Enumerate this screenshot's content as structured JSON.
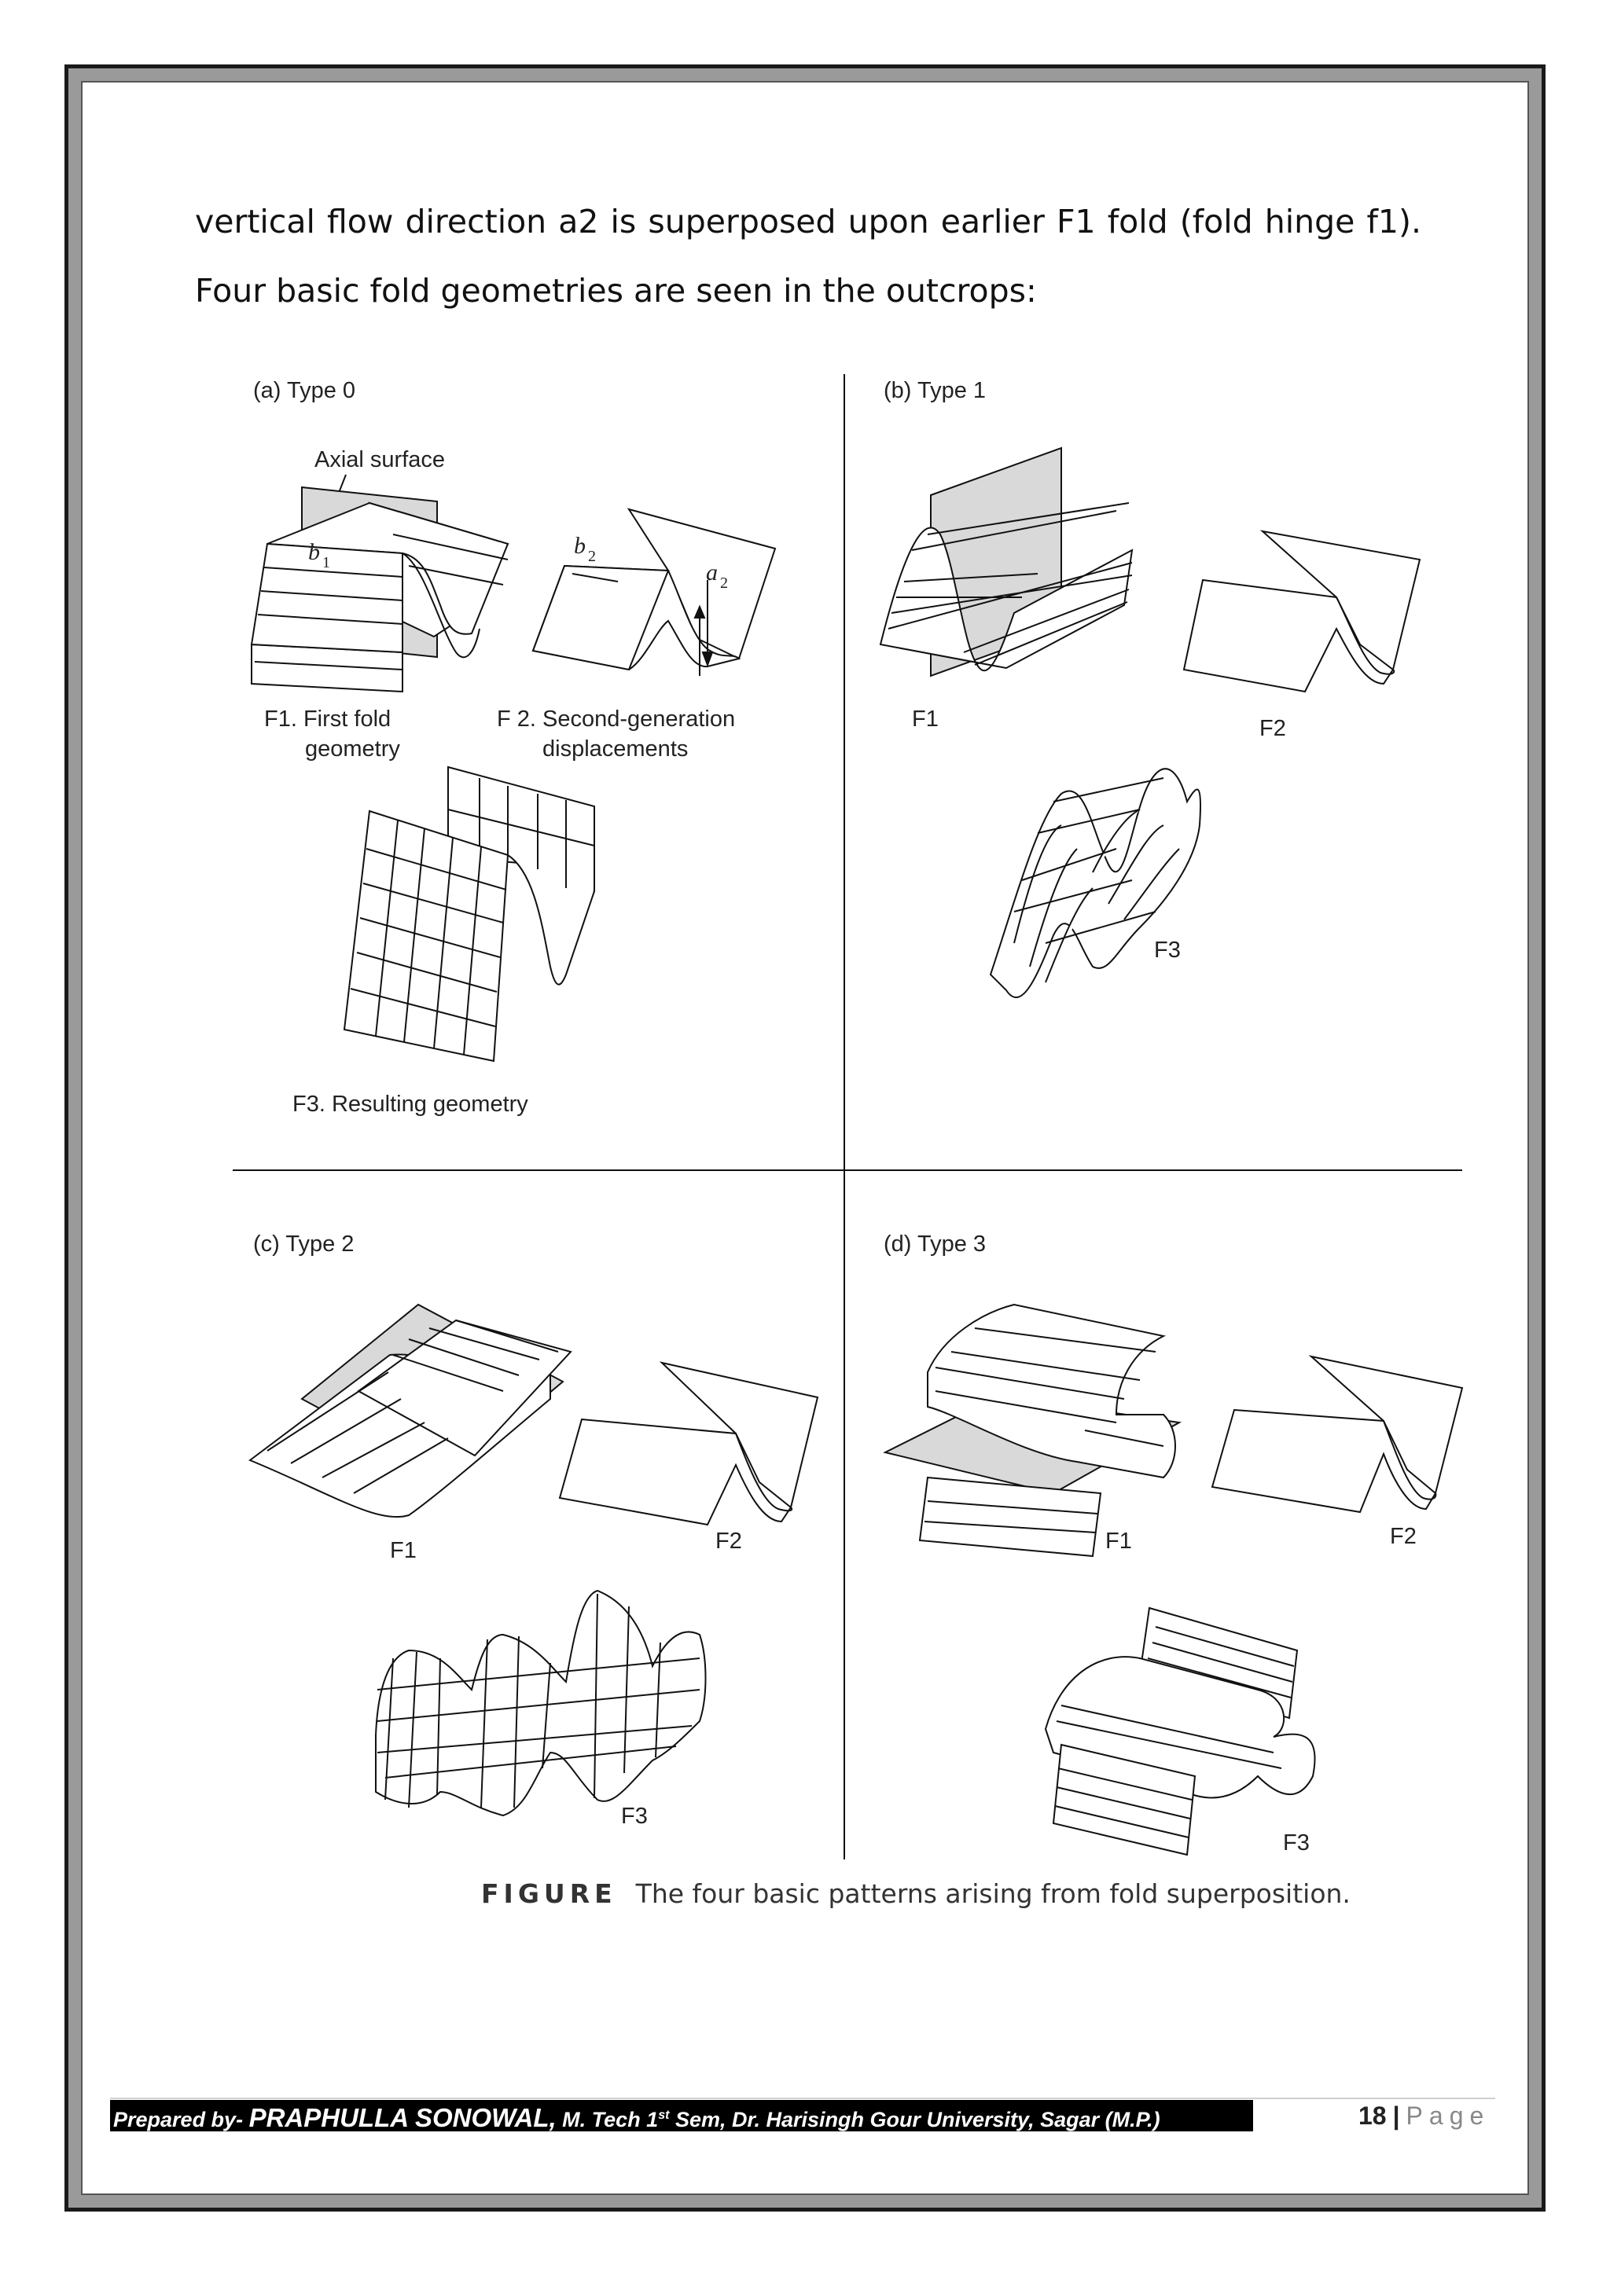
{
  "body": {
    "line1": "vertical flow direction a2 is superposed upon earlier F1 fold (fold hinge f1).",
    "line2": "Four basic fold geometries are seen in the outcrops:"
  },
  "figure": {
    "panels": {
      "a": {
        "title": "(a)  Type 0",
        "axial_surface": "Axial surface",
        "b1": "b",
        "b1_sub": "1",
        "b2": "b",
        "b2_sub": "2",
        "a2": "a",
        "a2_sub": "2",
        "f1_line1": "F1. First fold",
        "f1_line2": "geometry",
        "f2_line1": "F 2. Second-generation",
        "f2_line2": "displacements",
        "f3": "F3. Resulting geometry"
      },
      "b": {
        "title": "(b)  Type 1",
        "f1": "F1",
        "f2": "F2",
        "f3": "F3"
      },
      "c": {
        "title": "(c)  Type 2",
        "f1": "F1",
        "f2": "F2",
        "f3": "F3"
      },
      "d": {
        "title": "(d)  Type 3",
        "f1": "F1",
        "f2": "F2",
        "f3": "F3"
      }
    },
    "caption_word": "FIGURE",
    "caption_text": "The four basic patterns arising from fold superposition."
  },
  "footer": {
    "prepared_by": "Prepared by- ",
    "author": "PRAPHULLA SONOWAL,",
    "course_pre": " M. Tech 1",
    "course_sup": "st",
    "course_post": " Sem, Dr. Harisingh Gour University, Sagar (M.P.)",
    "page_number": "18",
    "separator": "|",
    "page_word": "Page"
  }
}
